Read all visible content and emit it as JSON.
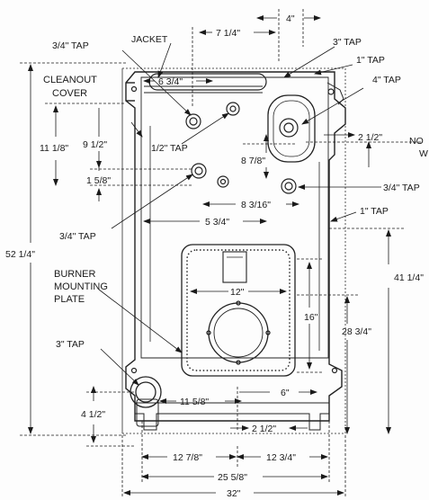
{
  "labels": {
    "jacket": "JACKET",
    "tap_3_4_top": "3/4\" TAP",
    "cleanout_l1": "CLEANOUT",
    "cleanout_l2": "COVER",
    "burner_l1": "BURNER",
    "burner_l2": "MOUNTING",
    "burner_l3": "PLATE",
    "tap_1_2": "1/2\" TAP",
    "tap_3_top": "3\" TAP",
    "tap_1_top": "1\" TAP",
    "tap_4": "4\" TAP",
    "tap_3_4_right": "3/4\" TAP",
    "tap_1_right": "1\" TAP",
    "tap_3_4_left": "3/4\" TAP",
    "tap_3_bottom": "3\" TAP",
    "no_l1": "NO",
    "no_l2": "W"
  },
  "dimensions": {
    "d_4": "4\"",
    "d_7_1_4": "7 1/4\"",
    "d_6_3_4": "6 3/4\"",
    "d_2_1_2_right": "2 1/2\"",
    "d_11_1_8": "11 1/8\"",
    "d_9_1_2": "9 1/2\"",
    "d_1_5_8": "1 5/8\"",
    "d_8_7_8": "8 7/8\"",
    "d_8_3_16": "8 3/16\"",
    "d_5_3_4": "5 3/4\"",
    "d_52_1_4": "52 1/4\"",
    "d_41_1_4": "41 1/4\"",
    "d_12": "12\"",
    "d_16": "16\"",
    "d_28_3_4": "28 3/4\"",
    "d_6": "6\"",
    "d_11_5_8": "11 5/8\"",
    "d_4_1_2": "4 1/2\"",
    "d_2_1_2_bottom": "2 1/2\"",
    "d_12_7_8": "12 7/8\"",
    "d_12_3_4": "12 3/4\"",
    "d_25_5_8": "25 5/8\"",
    "d_32": "32\""
  }
}
